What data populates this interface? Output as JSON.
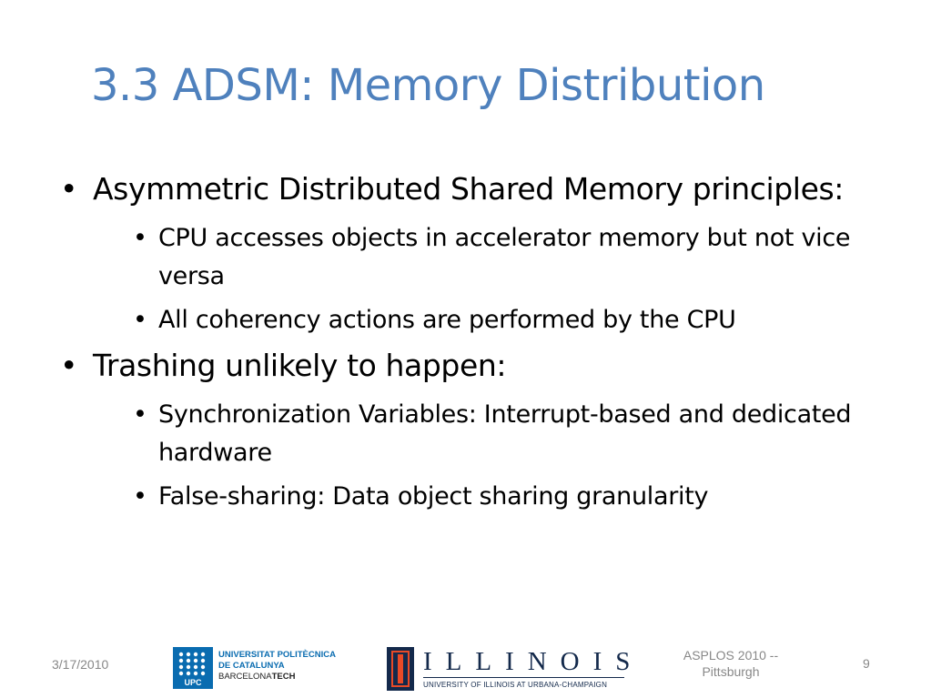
{
  "slide": {
    "title": "3.3 ADSM: Memory Distribution",
    "bullet_char": "•",
    "bullets": [
      {
        "text": "Asymmetric Distributed Shared Memory principles:",
        "sub": [
          "CPU accesses objects in accelerator memory but not vice versa",
          "All coherency actions are performed by the CPU"
        ]
      },
      {
        "text": "Trashing unlikely to happen:",
        "sub": [
          "Synchronization Variables: Interrupt-based and dedicated hardware",
          "False-sharing: Data object sharing granularity"
        ]
      }
    ]
  },
  "footer": {
    "date": "3/17/2010",
    "conference": "ASPLOS 2010 -- Pittsburgh",
    "page_number": "9"
  },
  "logos": {
    "upc": {
      "mark": "UPC",
      "line1": "UNIVERSITAT POLITÈCNICA",
      "line2": "DE CATALUNYA",
      "line3a": "BARCELONA",
      "line3b": "TECH"
    },
    "illinois": {
      "name": "ILLINOIS",
      "subtitle": "UNIVERSITY OF ILLINOIS AT URBANA-CHAMPAIGN"
    }
  },
  "colors": {
    "title": "#4f81bd",
    "footer_text": "#888888",
    "upc_blue": "#0a6cb0",
    "illinois_navy": "#13294b",
    "illinois_orange": "#e84a27"
  }
}
